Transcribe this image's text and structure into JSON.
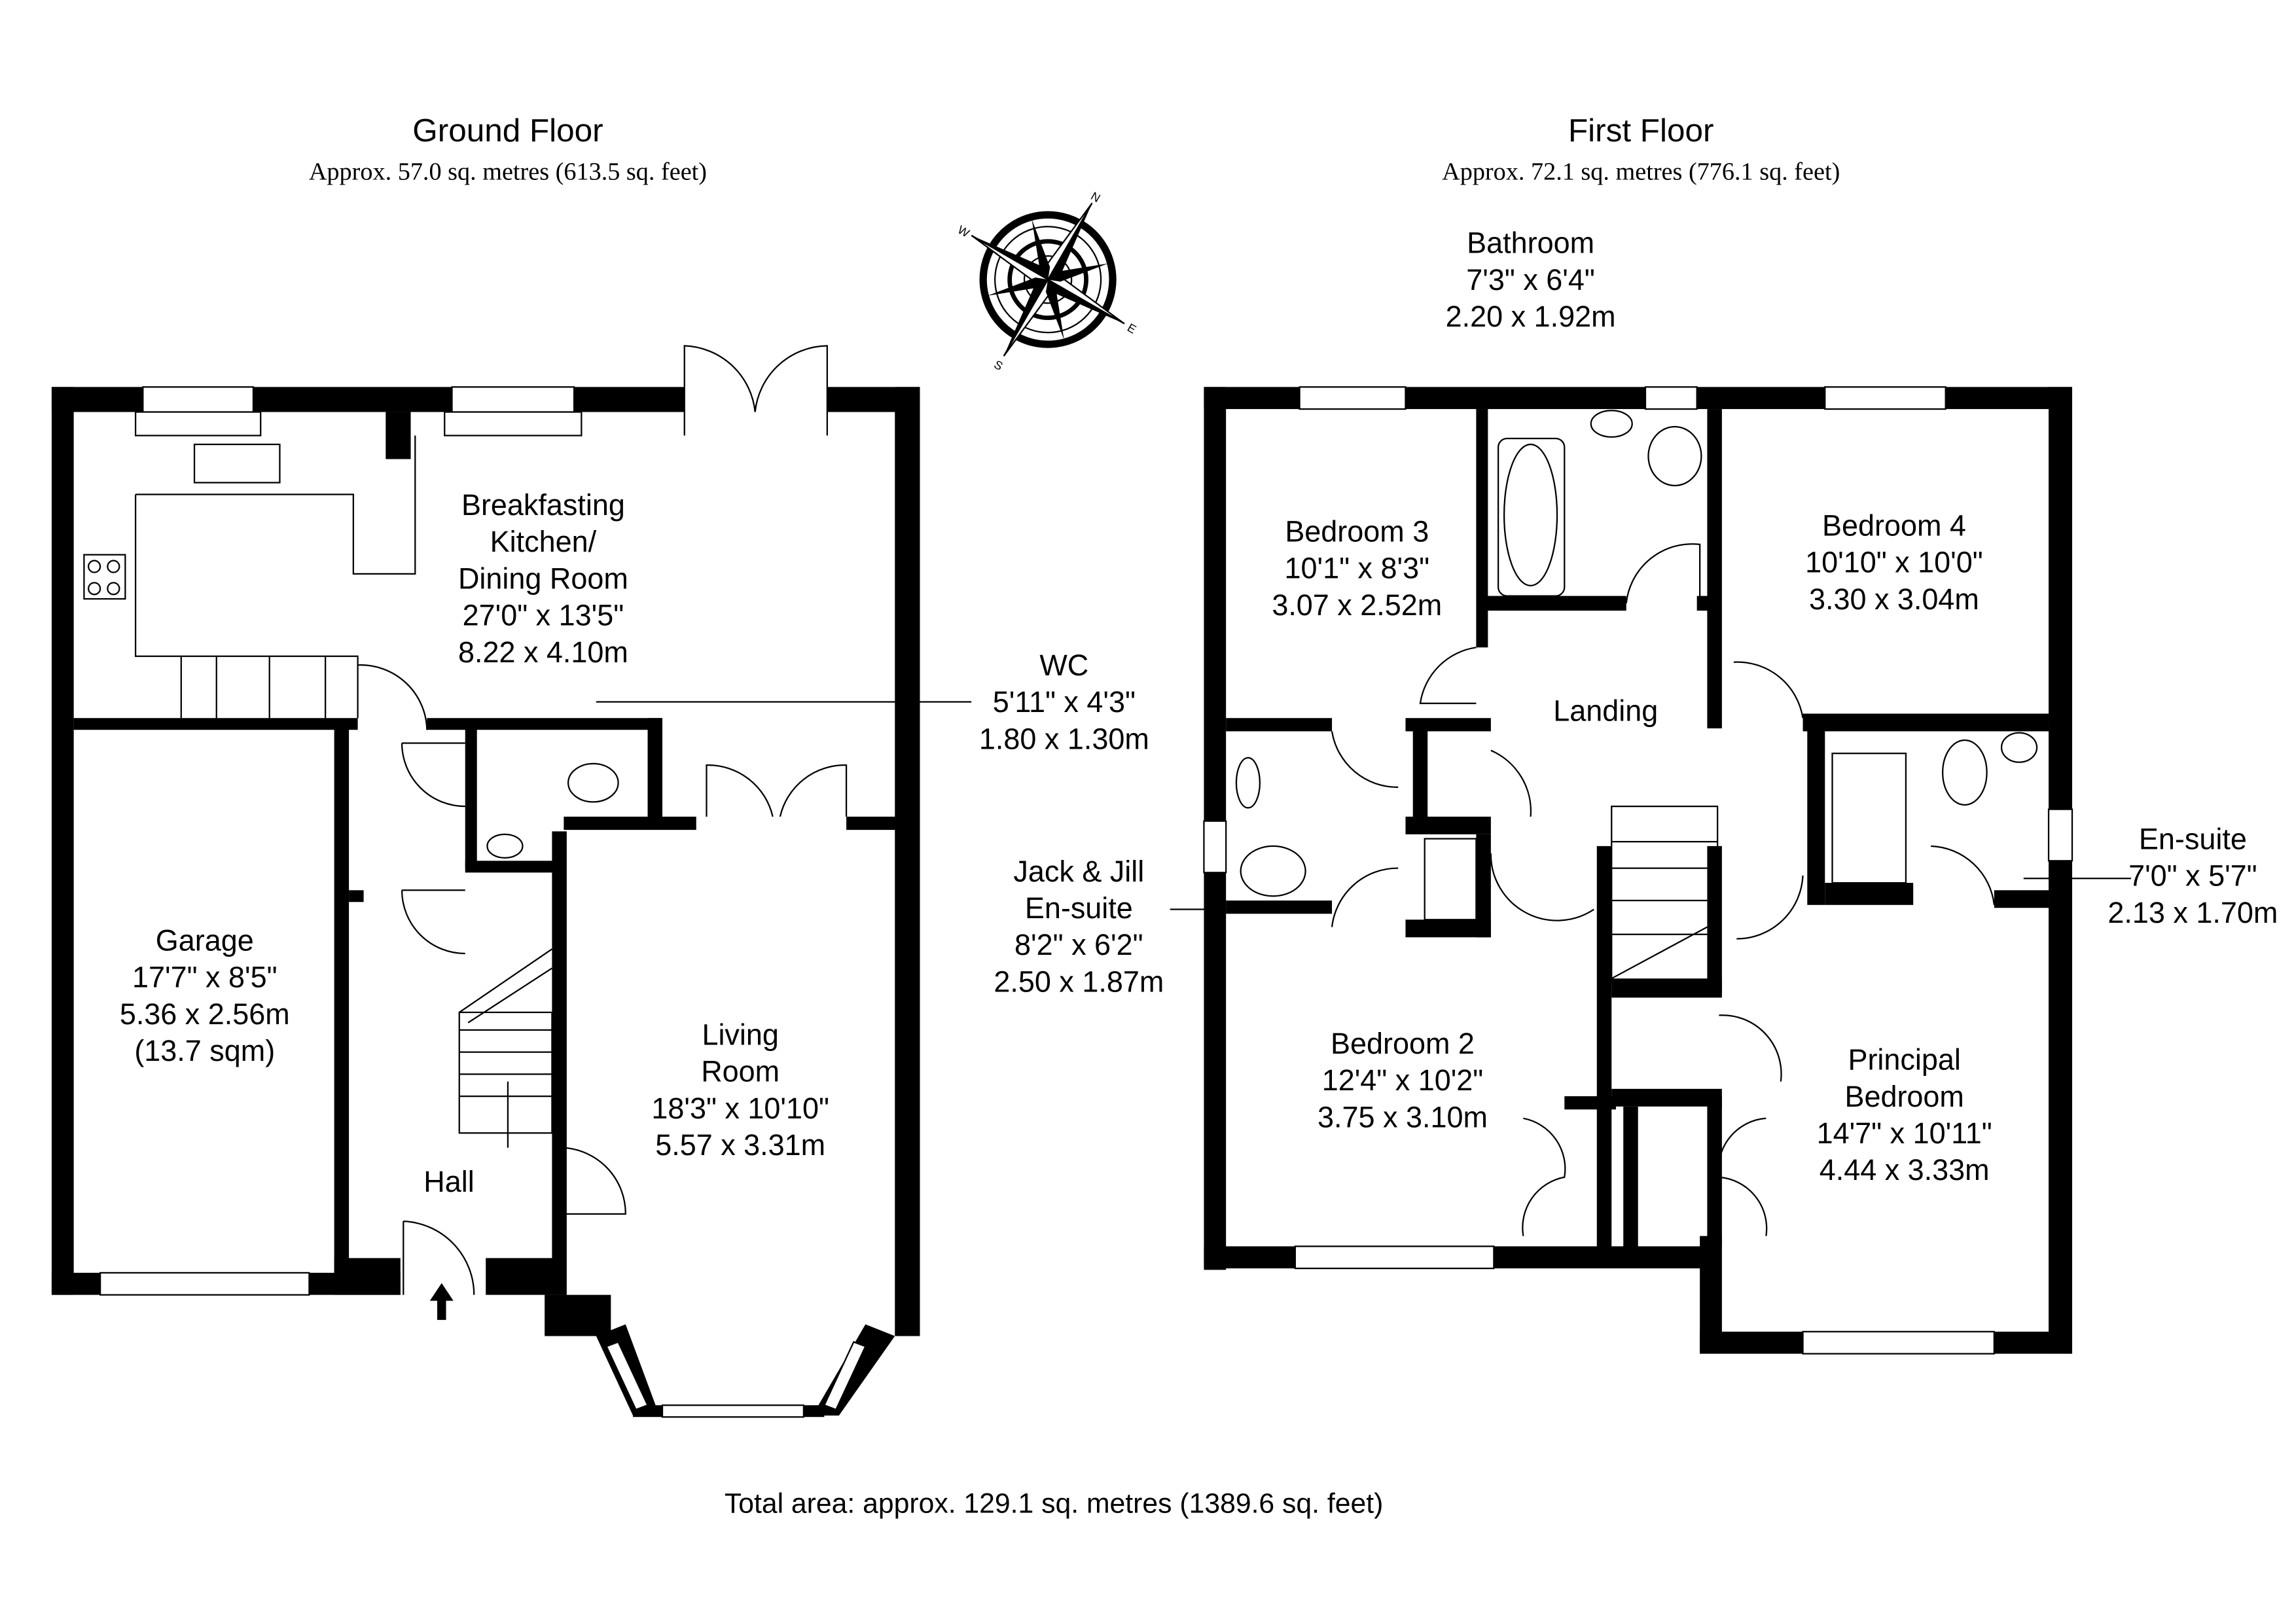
{
  "ground_floor": {
    "title": "Ground Floor",
    "area": "Approx. 57.0 sq. metres (613.5 sq. feet)",
    "rooms": [
      {
        "name_lines": [
          "Breakfasting",
          "Kitchen/",
          "Dining Room"
        ],
        "imperial": "27'0\" x 13'5\"",
        "metric": "8.22 x 4.10m"
      },
      {
        "name_lines": [
          "Garage"
        ],
        "imperial": "17'7\" x 8'5\"",
        "metric": "5.36 x 2.56m",
        "extra": "(13.7 sqm)"
      },
      {
        "name_lines": [
          "Hall"
        ]
      },
      {
        "name_lines": [
          "Living",
          "Room"
        ],
        "imperial": "18'3\" x 10'10\"",
        "metric": "5.57 x 3.31m"
      },
      {
        "name_lines": [
          "WC"
        ],
        "imperial": "5'11\" x 4'3\"",
        "metric": "1.80 x 1.30m"
      }
    ]
  },
  "first_floor": {
    "title": "First Floor",
    "area": "Approx. 72.1 sq. metres (776.1 sq. feet)",
    "rooms": [
      {
        "name_lines": [
          "Bathroom"
        ],
        "imperial": "7'3\" x 6'4\"",
        "metric": "2.20 x 1.92m"
      },
      {
        "name_lines": [
          "Bedroom 3"
        ],
        "imperial": "10'1\" x 8'3\"",
        "metric": "3.07 x 2.52m"
      },
      {
        "name_lines": [
          "Bedroom 4"
        ],
        "imperial": "10'10\" x 10'0\"",
        "metric": "3.30 x 3.04m"
      },
      {
        "name_lines": [
          "Landing"
        ]
      },
      {
        "name_lines": [
          "Jack & Jill",
          "En-suite"
        ],
        "imperial": "8'2\" x 6'2\"",
        "metric": "2.50 x 1.87m"
      },
      {
        "name_lines": [
          "Bedroom 2"
        ],
        "imperial": "12'4\" x 10'2\"",
        "metric": "3.75 x 3.10m"
      },
      {
        "name_lines": [
          "Principal",
          "Bedroom"
        ],
        "imperial": "14'7\" x 10'11\"",
        "metric": "4.44 x 3.33m"
      },
      {
        "name_lines": [
          "En-suite"
        ],
        "imperial": "7'0\" x 5'7\"",
        "metric": "2.13 x 1.70m"
      }
    ]
  },
  "compass": {
    "icon": "compass-rose-icon",
    "labels": [
      "N",
      "E",
      "S",
      "W"
    ]
  },
  "total_area": "Total area: approx. 129.1 sq. metres (1389.6 sq. feet)"
}
